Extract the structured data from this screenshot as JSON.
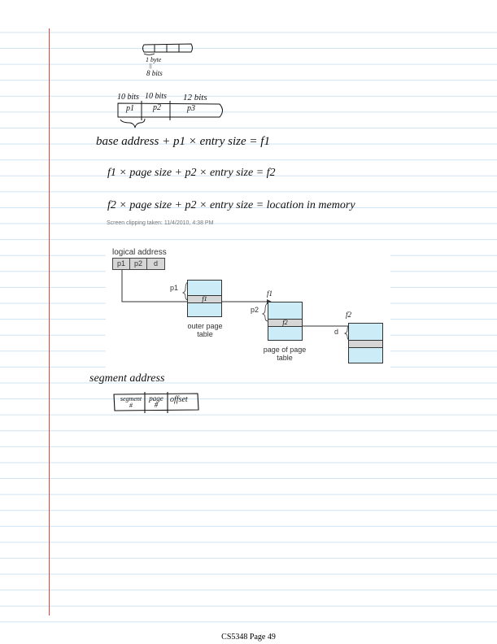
{
  "notes": {
    "byte_label": "1 byte",
    "equals_mark": "||",
    "bits_label": "8 bits",
    "field_bits": [
      "10 bits",
      "10 bits",
      "12 bits"
    ],
    "fields": [
      "p1",
      "p2",
      "p3"
    ],
    "eq1": "base address + p1 × entry size = f1",
    "eq2": "f1 × page size + p2 × entry size = f2",
    "eq3": "f2 × page size + p2 × entry size = location in memory",
    "clipping": "Screen clipping taken: 11/4/2010, 4:38 PM",
    "segment_title": "segment address",
    "segment_fields": [
      "segment #",
      "page #",
      "offset"
    ]
  },
  "diagram": {
    "title": "logical address",
    "addr_cells": [
      "p1",
      "p2",
      "d"
    ],
    "outer_label": "outer page table",
    "page_label": "page of page table",
    "p1": "p1",
    "p2": "p2",
    "d": "d",
    "f1": "f1",
    "f2": "f2"
  },
  "footer": "CS5348 Page 49"
}
